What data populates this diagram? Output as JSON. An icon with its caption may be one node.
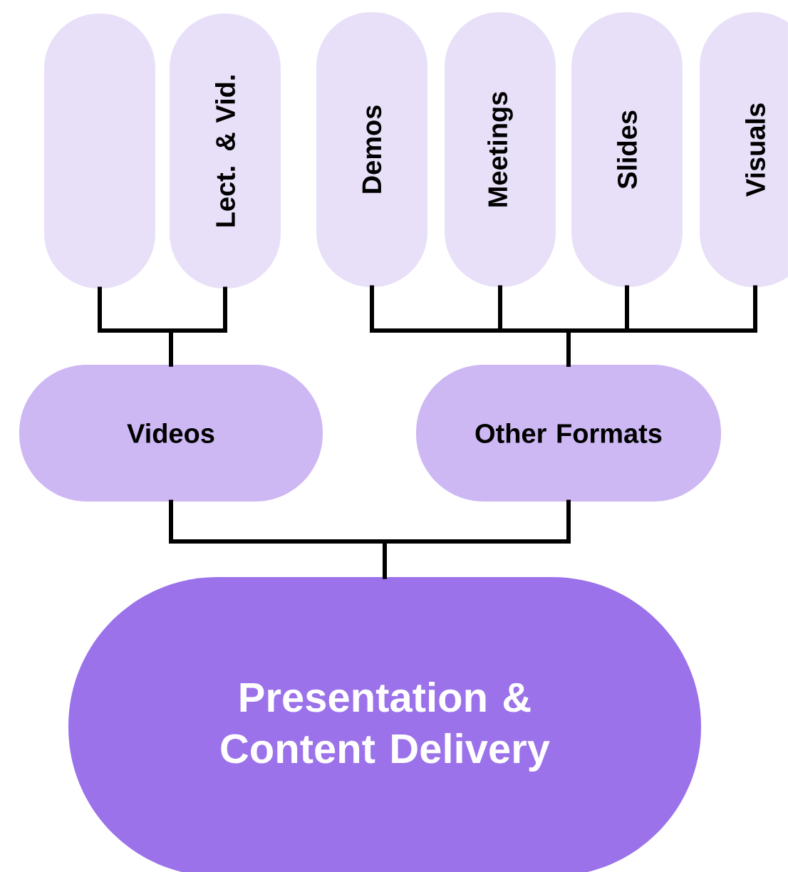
{
  "diagram": {
    "nodes": [
      {
        "text": [
          "Presentation & Content Delivery"
        ]
      },
      {
        "text": [
          "Videos"
        ]
      },
      {
        "text": [
          "Other Formats"
        ]
      },
      {
        "text": [],
        "shape": "box"
      },
      {
        "text": [
          "Lect. & Vid."
        ]
      },
      {
        "text": [
          "Demos"
        ]
      },
      {
        "text": [
          "Meetings"
        ]
      },
      {
        "text": [
          "Slides"
        ]
      },
      {
        "text": [
          "Visuals"
        ]
      }
    ],
    "edges": [
      {
        "from": 3,
        "to": 1,
        "arrow": "none"
      },
      {
        "from": 4,
        "to": 1,
        "arrow": "none"
      },
      {
        "from": 5,
        "to": 2,
        "arrow": "none"
      },
      {
        "from": 6,
        "to": 2,
        "arrow": "none"
      },
      {
        "from": 7,
        "to": 2,
        "arrow": "none"
      },
      {
        "from": 8,
        "to": 2,
        "arrow": "none"
      },
      {
        "from": 1,
        "to": 0,
        "arrow": "none"
      },
      {
        "from": 2,
        "to": 0,
        "arrow": "none"
      }
    ]
  }
}
